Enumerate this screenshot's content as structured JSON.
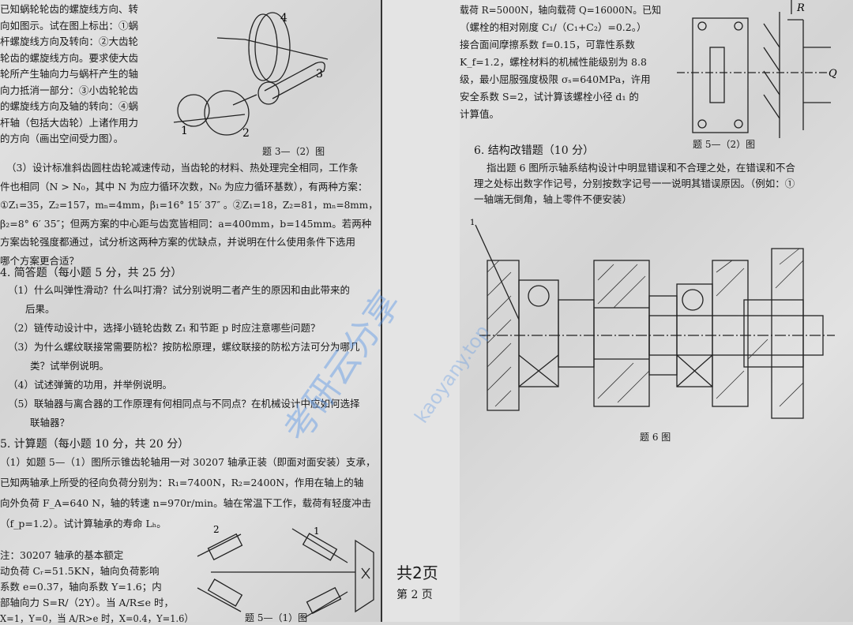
{
  "left_page": {
    "q3_2_lines": [
      "已知蜗轮轮齿的螺旋线方向、转",
      "向如图示。试在图上标出：①蜗",
      "杆螺旋线方向及转向：②大齿轮",
      "轮齿的螺旋线方向。要求使大齿",
      "轮所产生轴向力与蜗杆产生的轴",
      "向力抵消一部分：③小齿轮轮齿",
      "的螺旋线方向及轴的转向：④蜗",
      "杆轴（包括大齿轮）上诸作用力",
      "的方向（画出空间受力图）。"
    ],
    "fig3_2_caption": "题 3—（2）图",
    "fig3_2_labels": [
      "1",
      "2",
      "3",
      "4"
    ],
    "q3_3_lines": [
      "（3）设计标准斜齿圆柱齿轮减速传动，当齿轮的材料、热处理完全相同，工作条",
      "件也相同（N > N₀，其中 N 为应力循环次数，N₀ 为应力循环基数），有两种方案：",
      "①Z₁=35，Z₂=157，mₙ=4mm，β₁=16° 15′ 37″ 。②Z₁=18，Z₂=81，mₙ=8mm，",
      "β₂=8° 6′ 35″；但两方案的中心距与齿宽皆相同：a=400mm，b=145mm。若两种",
      "方案齿轮强度都通过，试分析这两种方案的优缺点，并说明在什么使用条件下选用",
      "哪个方案更合适？"
    ],
    "section4_title": "4. 简答题（每小题 5 分，共 25 分）",
    "section4_items": [
      "（1）什么叫弹性滑动？什么叫打滑？试分别说明二者产生的原因和由此带来的",
      "后果。",
      "（2）链传动设计中，选择小链轮齿数 Z₁ 和节距 p 时应注意哪些问题？",
      "（3）为什么螺纹联接常需要防松？按防松原理，螺纹联接的防松方法可分为哪几",
      "类？试举例说明。",
      "（4）试述弹簧的功用，并举例说明。",
      "（5）联轴器与离合器的工作原理有何相同点与不同点？在机械设计中应如何选择",
      "联轴器？"
    ],
    "section5_title": "5. 计算题（每小题 10 分，共 20 分）",
    "q5_1_lines": [
      "（1）如题 5—（1）图所示锥齿轮轴用一对 30207 轴承正装（即面对面安装）支承，",
      "已知两轴承上所受的径向负荷分别为：R₁=7400N，R₂=2400N，作用在轴上的轴",
      "向外负荷 F_A=640 N，轴的转速 n=970r/min。轴在常温下工作，载荷有轻度冲击",
      "（f_p=1.2）。试计算轴承的寿命 Lₕ。"
    ],
    "q5_1_note": [
      "注：30207 轴承的基本额定",
      "动负荷 Cᵣ=51.5KN，轴向负荷影响",
      "系数 e=0.37，轴向系数 Y=1.6；内",
      "部轴向力 S=R/（2Y）。当 A/R≤e 时，",
      "X=1，Y=0，当 A/R>e 时，X=0.4，Y=1.6）"
    ],
    "fig5_1_labels": [
      "2",
      "1"
    ],
    "fig5_1_caption": "题 5—（1）图"
  },
  "gutter": {
    "handwritten_total": "共2页",
    "page_label": "第 2 页"
  },
  "right_page": {
    "q5_2_lines": [
      "载荷 R=5000N，轴向载荷 Q=16000N。已知",
      "（螺栓的相对刚度 C₁/（C₁+C₂）=0.2。）",
      "接合面间摩擦系数 f=0.15，可靠性系数",
      "K_f=1.2，螺栓材料的机械性能级别为 8.8",
      "级，最小屈服强度极限 σₛ=640MPa，许用",
      "安全系数 S=2，试计算该螺栓小径 d₁ 的",
      "计算值。"
    ],
    "fig5_2_labels": [
      "R",
      "Q"
    ],
    "fig5_2_caption": "题 5—（2）图",
    "section6_title": "6. 结构改错题（10 分）",
    "section6_lines": [
      "指出题 6 图所示轴系结构设计中明显错误和不合理之处，在错误和不合",
      "理之处标出数字作记号，分别按数字记号一一说明其错误原因。（例如：①",
      "一轴端无倒角，轴上零件不便安装）"
    ],
    "fig6_label": "1",
    "fig6_caption": "题 6 图"
  },
  "watermark": {
    "text": "考研云分享",
    "url": "kaoyany.top",
    "color": "#5a96e6"
  }
}
